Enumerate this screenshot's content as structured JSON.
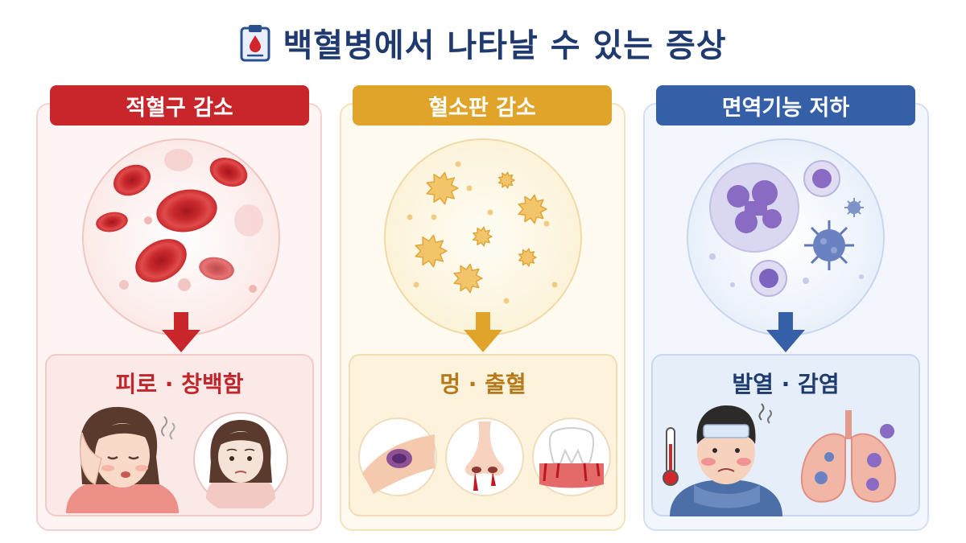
{
  "title": "백혈병에서 나타날 수 있는 증상",
  "colors": {
    "red": "#c8262b",
    "gold": "#e0a42b",
    "blue": "#3560a8",
    "navy": "#1f3a6e"
  },
  "panels": [
    {
      "heading": "적혈구 감소",
      "result": "피로 · 창백함",
      "illustrations": [
        "red-blood-cells",
        "tired-woman",
        "pale-woman"
      ]
    },
    {
      "heading": "혈소판 감소",
      "result": "멍 · 출혈",
      "illustrations": [
        "platelets",
        "bruise",
        "nosebleed",
        "gum-bleeding"
      ]
    },
    {
      "heading": "면역기능 저하",
      "result": "발열 · 감염",
      "illustrations": [
        "white-blood-cells-viruses",
        "thermometer",
        "feverish-man",
        "infected-lungs"
      ]
    }
  ]
}
